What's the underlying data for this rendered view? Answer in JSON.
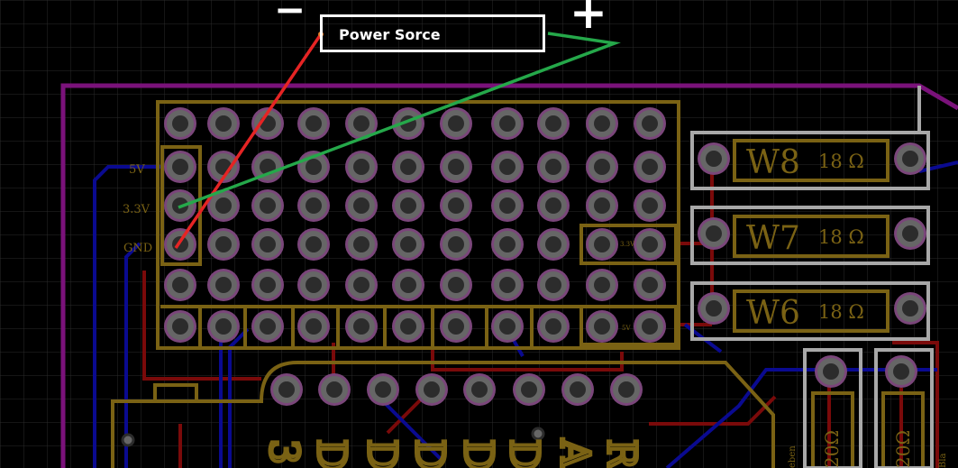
{
  "annotation": {
    "label": "Power Sorce",
    "minus_sign": "−",
    "plus_sign": "+"
  },
  "board": {
    "pin_labels": [
      "5V",
      "3.3V",
      "GND"
    ],
    "small_labels": [
      "3.3V",
      "5V"
    ],
    "resistors": [
      {
        "name": "W8",
        "value": "18 Ω"
      },
      {
        "name": "W7",
        "value": "18 Ω"
      },
      {
        "name": "W6",
        "value": "18 Ω"
      }
    ],
    "bottom_values": [
      "20Ω",
      "20Ω"
    ],
    "side_text_left": "eben",
    "side_text_right": "Bla",
    "bottom_glyphs": [
      "3",
      "D",
      "D",
      "D",
      "D",
      "D",
      "A",
      "R"
    ]
  },
  "colors": {
    "background": "#000000",
    "grid": "#2a2a2a",
    "outline": "#7a127a",
    "silk": "#7a6214",
    "pad_ring": "#7a467a",
    "pad": "#666666",
    "pad_hole": "#2c2c2c",
    "trace_red": "#7a0a0a",
    "trace_blue": "#0a0a90",
    "gray_outline": "#a8a8a8",
    "wire_red": "#e52424",
    "wire_green": "#25a84a",
    "label_white": "#ffffff"
  }
}
